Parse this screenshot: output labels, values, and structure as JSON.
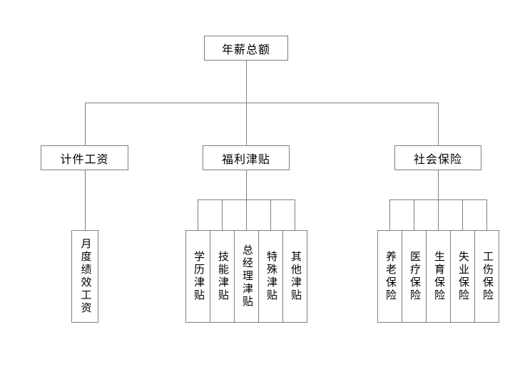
{
  "diagram": {
    "type": "org-chart",
    "root": {
      "label": "年薪总额"
    },
    "branches": [
      {
        "label": "计件工资",
        "children": [
          {
            "label": "月度绩效工资"
          }
        ]
      },
      {
        "label": "福利津贴",
        "children": [
          {
            "label": "学历津贴"
          },
          {
            "label": "技能津贴"
          },
          {
            "label": "总经理津贴"
          },
          {
            "label": "特殊津贴"
          },
          {
            "label": "其他津贴"
          }
        ]
      },
      {
        "label": "社会保险",
        "children": [
          {
            "label": "养老保险"
          },
          {
            "label": "医疗保险"
          },
          {
            "label": "生育保险"
          },
          {
            "label": "失业保险"
          },
          {
            "label": "工伤保险"
          }
        ]
      }
    ],
    "colors": {
      "line": "#7f7f7f",
      "border": "#7f7f7f",
      "text": "#000000",
      "background": "#ffffff"
    }
  }
}
